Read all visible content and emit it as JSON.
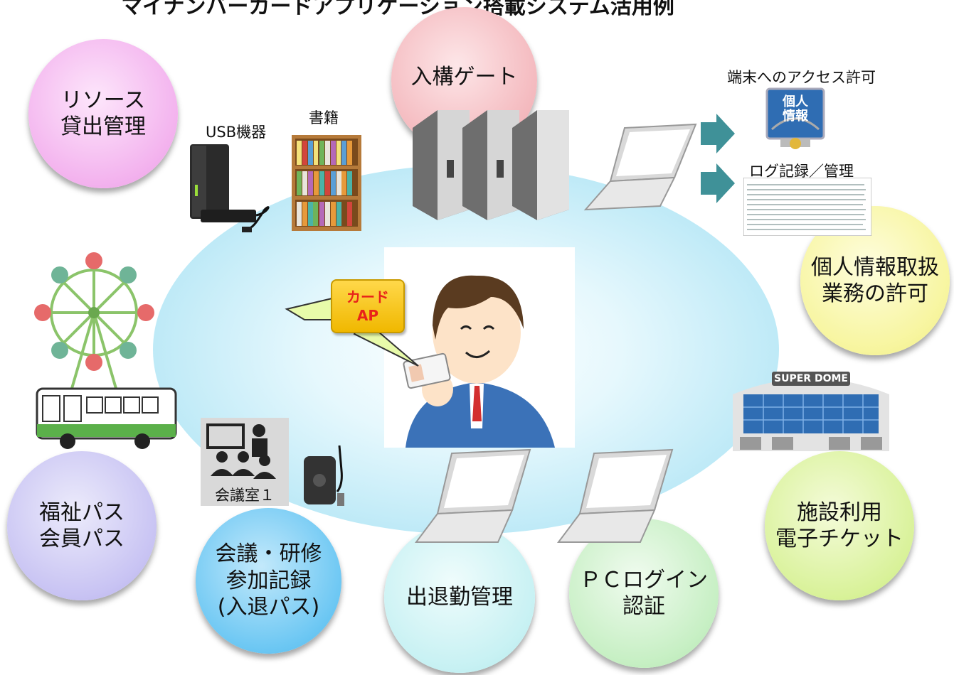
{
  "title": "マイナンバーカードアプリケーション搭載システム活用例",
  "center_label": "カード\nAP",
  "bubbles": {
    "resource": "リソース\n貸出管理",
    "gate": "入構ゲート",
    "personal": "個人情報取扱\n業務の許可",
    "facility": "施設利用\n電子チケット",
    "welfare": "福祉パス\n会員パス",
    "meeting": "会議・研修\n参加記録\n(入退パス)",
    "attendance": "出退勤管理",
    "pclogin": "ＰＣログイン\n認証"
  },
  "labels": {
    "usb": "USB機器",
    "books": "書籍",
    "terminal_access": "端末へのアクセス許可",
    "log": "ログ記録／管理",
    "meeting_room": "会議室１",
    "dome": "SUPER DOME",
    "info_icon": "個人\n情報"
  },
  "colors": {
    "arrow": "#3f9198",
    "card_ap_bg": "#f7c400",
    "card_ap_text": "#e8231a"
  }
}
